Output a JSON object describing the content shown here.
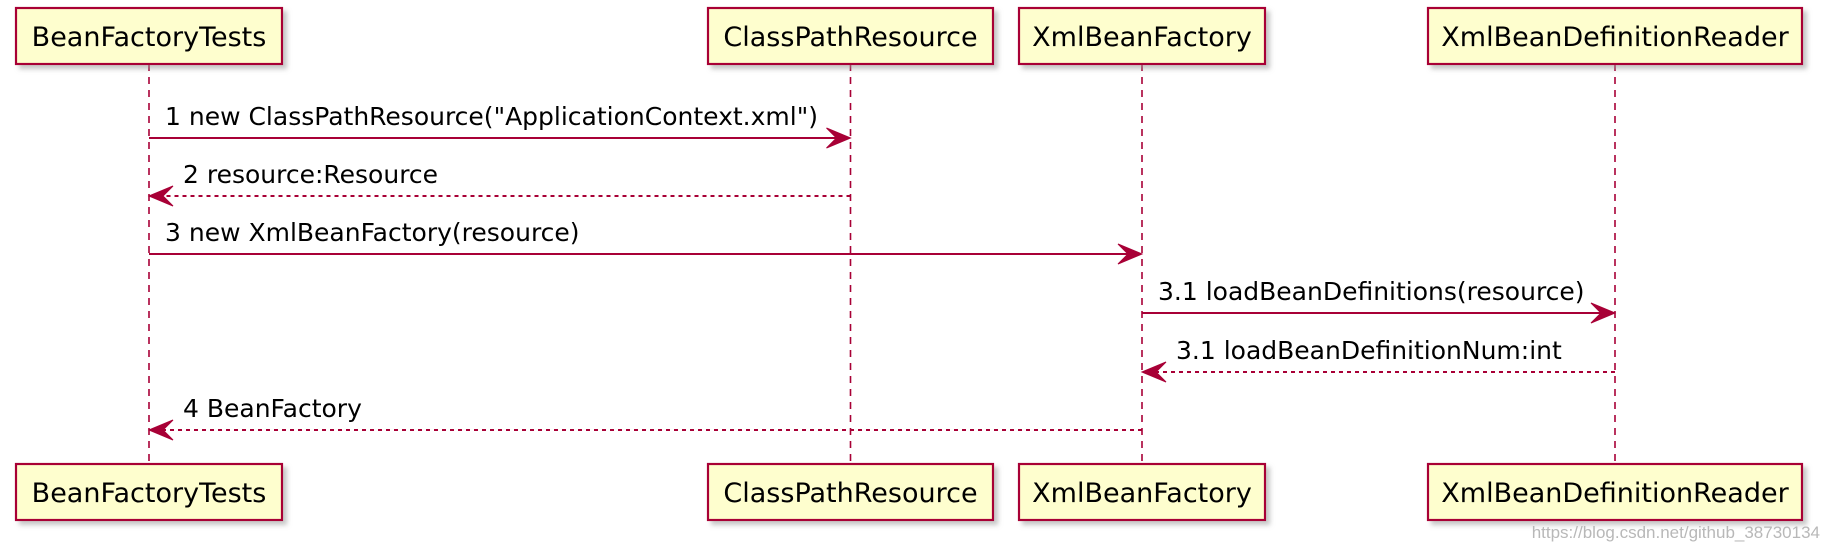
{
  "participants": [
    {
      "id": "tests",
      "label": "BeanFactoryTests"
    },
    {
      "id": "cpr",
      "label": "ClassPathResource"
    },
    {
      "id": "xbf",
      "label": "XmlBeanFactory"
    },
    {
      "id": "reader",
      "label": "XmlBeanDefinitionReader"
    }
  ],
  "messages": [
    {
      "from": "tests",
      "to": "cpr",
      "label": "1 new ClassPathResource(\"ApplicationContext.xml\")",
      "style": "solid"
    },
    {
      "from": "cpr",
      "to": "tests",
      "label": "2 resource:Resource",
      "style": "dashed"
    },
    {
      "from": "tests",
      "to": "xbf",
      "label": "3 new XmlBeanFactory(resource)",
      "style": "solid"
    },
    {
      "from": "xbf",
      "to": "reader",
      "label": "3.1 loadBeanDefinitions(resource)",
      "style": "solid"
    },
    {
      "from": "reader",
      "to": "xbf",
      "label": "3.1 loadBeanDefinitionNum:int",
      "style": "dashed"
    },
    {
      "from": "xbf",
      "to": "tests",
      "label": "4 BeanFactory",
      "style": "dashed"
    }
  ],
  "colors": {
    "box_fill": "#fefece",
    "box_border": "#a80036",
    "arrow": "#a80036",
    "lifeline": "#a80036",
    "shadow": "#c8c8c8"
  },
  "watermark": "https://blog.csdn.net/github_38730134"
}
